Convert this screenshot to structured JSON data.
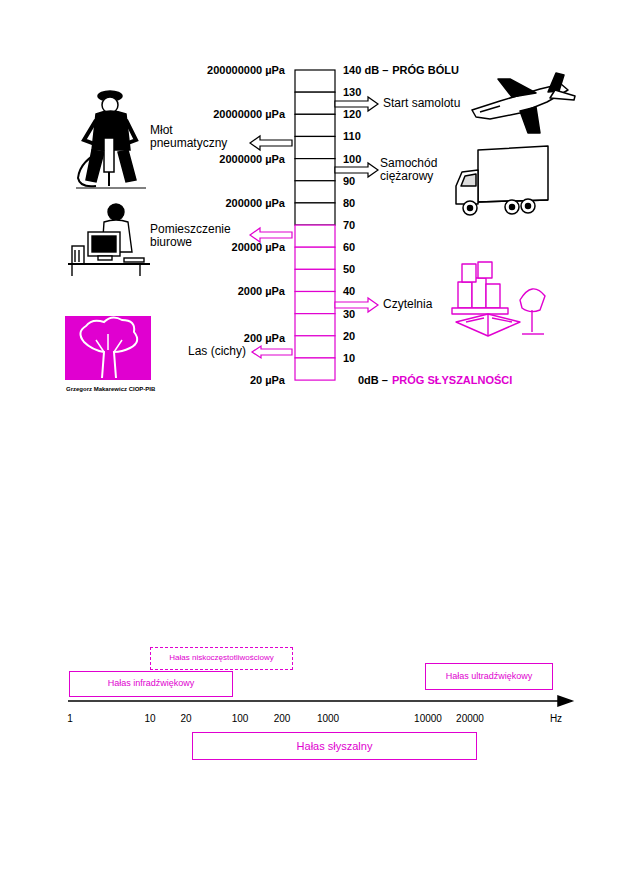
{
  "diagram": {
    "nodes": [
      {
        "text": [
          "Hałas niskoczęstotliwościowy"
        ]
      },
      {
        "text": [
          "Hałas infradźwiękowy"
        ]
      },
      {
        "text": [
          "Hałas ultradźwiękowy"
        ]
      },
      {
        "text": [
          "Hałas słyszalny"
        ]
      }
    ],
    "labels": [
      "200000000 µPa",
      "140 dB –",
      "PRÓG BÓLU",
      "130",
      "Start samolotu",
      "20000000 µPa",
      "120",
      "Młot pneumatyczny",
      "110",
      "2000000 µPa",
      "100",
      "Samochód ciężarowy",
      "90",
      "200000 µPa",
      "80",
      "Pomieszczenie biurowe",
      "70",
      "20000 µPa",
      "60",
      "50",
      "2000 µPa",
      "40",
      "Czytelnia",
      "30",
      "200 µPa",
      "20",
      "Las (cichy)",
      "10",
      "20 µPa",
      "0dB –",
      "PRÓG SŁYSZALNOŚCI",
      "Grzegorz Makarewicz CIOP-PIB",
      "1",
      "10",
      "20",
      "100",
      "200",
      "1000",
      "10000",
      "20000",
      "Hz"
    ]
  }
}
